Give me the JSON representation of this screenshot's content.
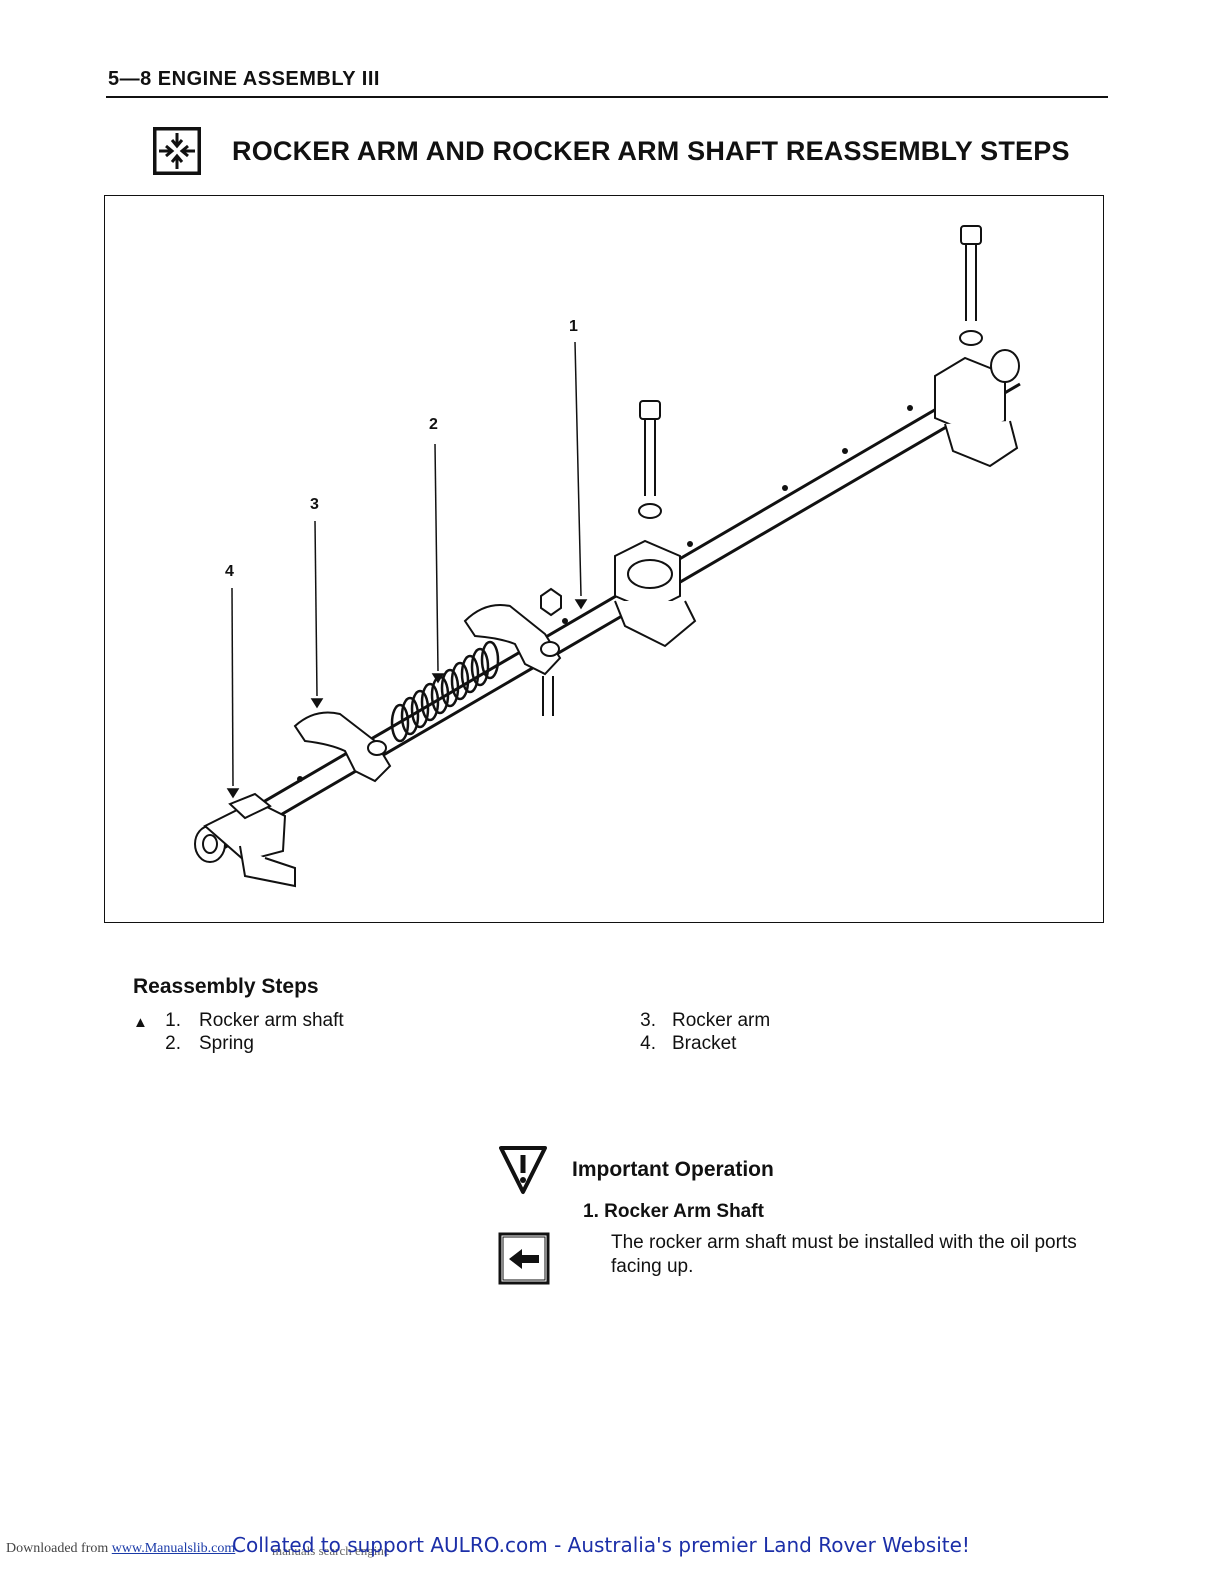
{
  "header": {
    "section": "5—8 ENGINE ASSEMBLY III"
  },
  "title": "ROCKER ARM AND ROCKER ARM SHAFT REASSEMBLY STEPS",
  "figure": {
    "callouts": [
      "1",
      "2",
      "3",
      "4"
    ]
  },
  "reassembly": {
    "title": "Reassembly Steps",
    "marker": "▲",
    "steps": [
      {
        "num": "1.",
        "label": "Rocker arm shaft"
      },
      {
        "num": "2.",
        "label": "Spring"
      },
      {
        "num": "3.",
        "label": "Rocker arm"
      },
      {
        "num": "4.",
        "label": "Bracket"
      }
    ]
  },
  "important": {
    "title": "Important Operation",
    "item_title": "1. Rocker Arm Shaft",
    "item_text": "The rocker arm shaft must be installed with the oil ports facing up."
  },
  "footer": {
    "downloaded_prefix": "Downloaded from",
    "link_text": "www.Manualslib.com",
    "manuals_text": "manuals search engine",
    "collated": "Collated to support AULRO.com - Australia's premier Land Rover Website!"
  },
  "icons": {
    "reassembly_icon": "reassembly-arrows-icon",
    "important_icon": "warning-triangle-icon",
    "direction_icon": "left-arrow-icon"
  }
}
